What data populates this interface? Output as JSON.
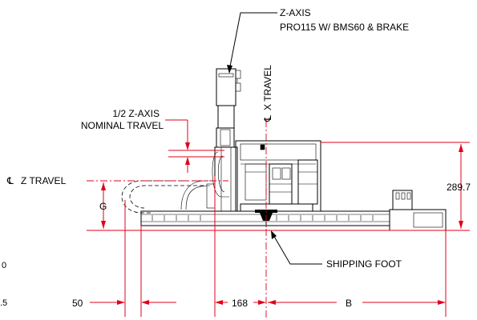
{
  "labels": {
    "z_axis_title": "Z-AXIS",
    "z_axis_model": "PRO115 W/ BMS60 & BRAKE",
    "half_travel_line1": "1/2 Z-AXIS",
    "half_travel_line2": "NOMINAL TRAVEL",
    "x_travel_symbol": "℄",
    "x_travel": "X TRAVEL",
    "z_travel_symbol": "℄",
    "z_travel": "Z TRAVEL",
    "dim_g": "G",
    "dim_height": "289.7",
    "shipping_foot": "SHIPPING FOOT",
    "dim_50": "50",
    "dim_168": "168",
    "dim_b": "B",
    "edge_fragment_1": "0",
    "edge_fragment_2": ".5"
  },
  "colors": {
    "dimension": "#e0001b",
    "outline": "#000000",
    "background": "#ffffff"
  }
}
